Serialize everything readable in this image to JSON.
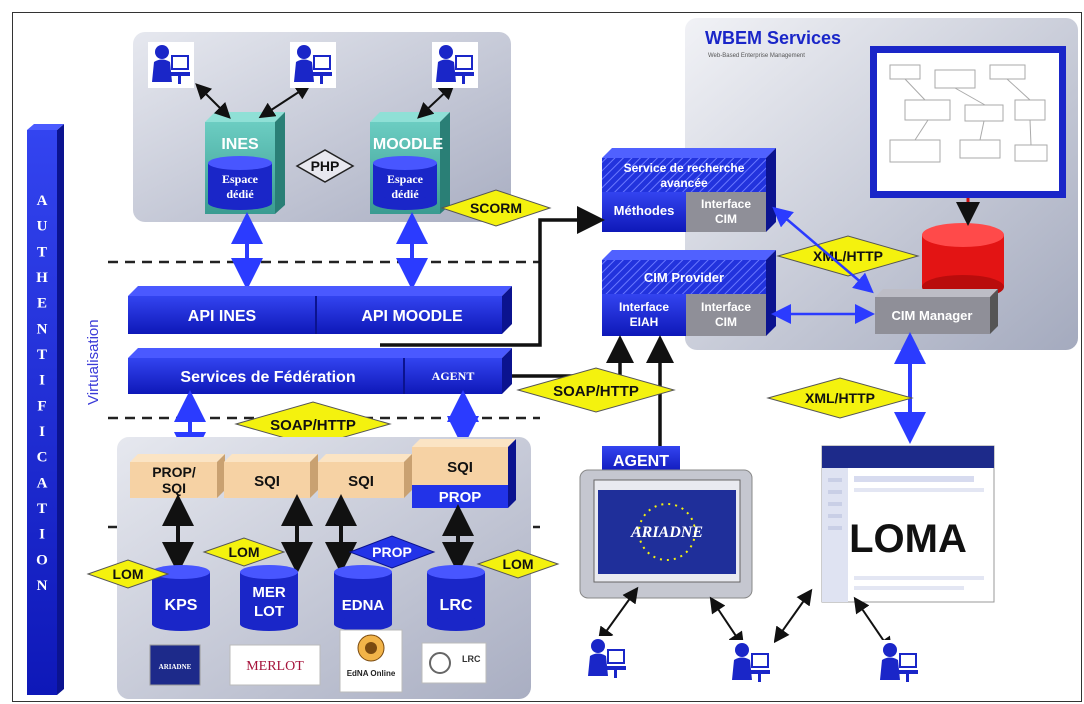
{
  "authentication": {
    "letters": [
      "A",
      "U",
      "T",
      "H",
      "E",
      "N",
      "T",
      "I",
      "F",
      "I",
      "C",
      "A",
      "T",
      "I",
      "O",
      "N"
    ]
  },
  "virtualisation_label": "Virtualisation",
  "top_group": {
    "ines": {
      "name": "INES",
      "space_line1": "Espace",
      "space_line2": "dédié"
    },
    "moodle": {
      "name": "MOODLE",
      "space_line1": "Espace",
      "space_line2": "dédié"
    },
    "php_label": "PHP",
    "scorm_label": "SCORM"
  },
  "api": {
    "ines": "API INES",
    "moodle": "API MOODLE"
  },
  "federation": {
    "label": "Services de Fédération",
    "agent": "AGENT"
  },
  "soap_left": "SOAP/HTTP",
  "soap_right": "SOAP/HTTP",
  "bottom_group": {
    "boxes": [
      "PROP/\nSQI",
      "SQI",
      "SQI",
      "SQI"
    ],
    "box0_line1": "PROP/",
    "box0_line2": "SQI",
    "box1": "SQI",
    "box2": "SQI",
    "box3": "SQI",
    "box3_sub": "PROP",
    "repos": {
      "kps": "KPS",
      "merlot_1": "MER",
      "merlot_2": "LOT",
      "edna": "EDNA",
      "lrc": "LRC"
    },
    "lom_1": "LOM",
    "lom_2": "LOM",
    "lom_3": "LOM",
    "prop_diamond": "PROP",
    "logos": {
      "ariadne": "ARIADNE",
      "merlot": "MERLOT",
      "edna": "EdNA Online",
      "lrc": "LRC"
    }
  },
  "wbem": {
    "title": "WBEM Services",
    "subtitle": "Web-Based Enterprise Management",
    "search_service_1": "Service de recherche",
    "search_service_2": "avancée",
    "methods": "Méthodes",
    "interface_cim_1": "Interface",
    "interface_cim_2": "CIM",
    "cim_provider": "CIM Provider",
    "interface_eiah_1": "Interface",
    "interface_eiah_2": "EIAH",
    "cim_manager": "CIM Manager",
    "xml_http_top": "XML/HTTP"
  },
  "xml_http_bottom": "XML/HTTP",
  "agent_right": "AGENT",
  "ariadne_screen": "ARIADNE",
  "loma": "LOMA",
  "colors": {
    "blue": "#1f2fd6",
    "dark_blue": "#0e17a0",
    "teal": "#4fb3a9",
    "yellow": "#f4f20e",
    "peach": "#f6d2a4",
    "grey_panel": "#b9bfd0",
    "red": "#e31414"
  }
}
